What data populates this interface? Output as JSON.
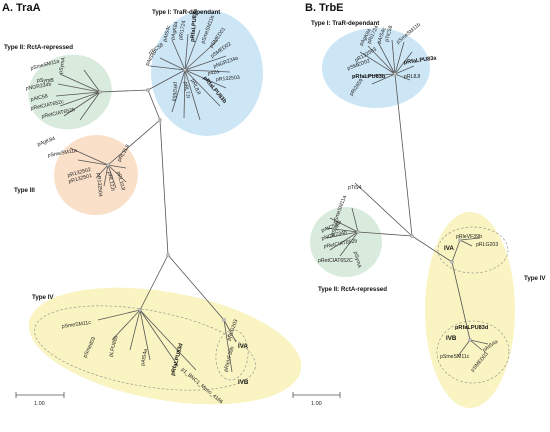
{
  "panels": {
    "a_title": "A. TraA",
    "b_title": "B. TrbE"
  },
  "groups": {
    "type1": "Type I: TraR-dependant",
    "type2": "Type II: RctA-repressed",
    "type3": "Type III",
    "type4": "Type IV",
    "iva": "IVA",
    "ivb": "IVB"
  },
  "scale": {
    "label": "1.00"
  },
  "tree_a": {
    "type1_leaves": [
      "pAtS4b",
      "pTiC58",
      "pAtS4c",
      "pAgK84",
      "pRi1724",
      "pRfaLPU83a",
      "pSmeSM11b",
      "pSMED01",
      "pSMED02",
      "pNGR234a",
      "p42a",
      "pR132503",
      "pRfaLPU83b",
      "pRL8JI",
      "pRL7JI",
      "pRi2659"
    ],
    "type2_leaves": [
      "pSymA",
      "pSmeSM11a",
      "pSymB",
      "pNGR234b",
      "pAtC58",
      "pRetCIAT652c",
      "pRetCIAT652b"
    ],
    "type3_leaves": [
      "pAgK84",
      "pSmeSM11a",
      "pR132502",
      "pR132501",
      "pRL11JI",
      "pRL10JI",
      "pRL12JI",
      "pR132504"
    ],
    "type4_leaves": [
      "pSmeSM11c",
      "pSmed03",
      "pLPU88b",
      "pAtS4a",
      "pRfaLPU83d",
      "p1_BNC1_Meso_4166",
      "pRLG203",
      "pRleVF39b"
    ]
  },
  "tree_b": {
    "type1_leaves": [
      "pR132503",
      "pSMED02",
      "pAgK84",
      "pRi1724",
      "pAtS4c",
      "pTiC58",
      "pSmeSM11b",
      "pRfaLPU83a",
      "pRfaLPU83b",
      "pRL8JI",
      "pRi2659"
    ],
    "ti_leaf": "pTiS4",
    "type2_leaves": [
      "pSmeSM11a",
      "pSymB",
      "pAtC58",
      "pNGR234b",
      "pRetCIAT652b",
      "pRetCIAT652C",
      "pSymA"
    ],
    "iva_leaves": [
      "pRleVF39b",
      "pRLG203"
    ],
    "ivb_leaves": [
      "pRfaLPU83d",
      "pAtS4a",
      "pSmeSM11c",
      "pSMED03"
    ]
  },
  "colors": {
    "type1": "#cde6f6",
    "type2": "#d9ebdc",
    "type3": "#fbe0c9",
    "type4": "#f9f4c1"
  }
}
